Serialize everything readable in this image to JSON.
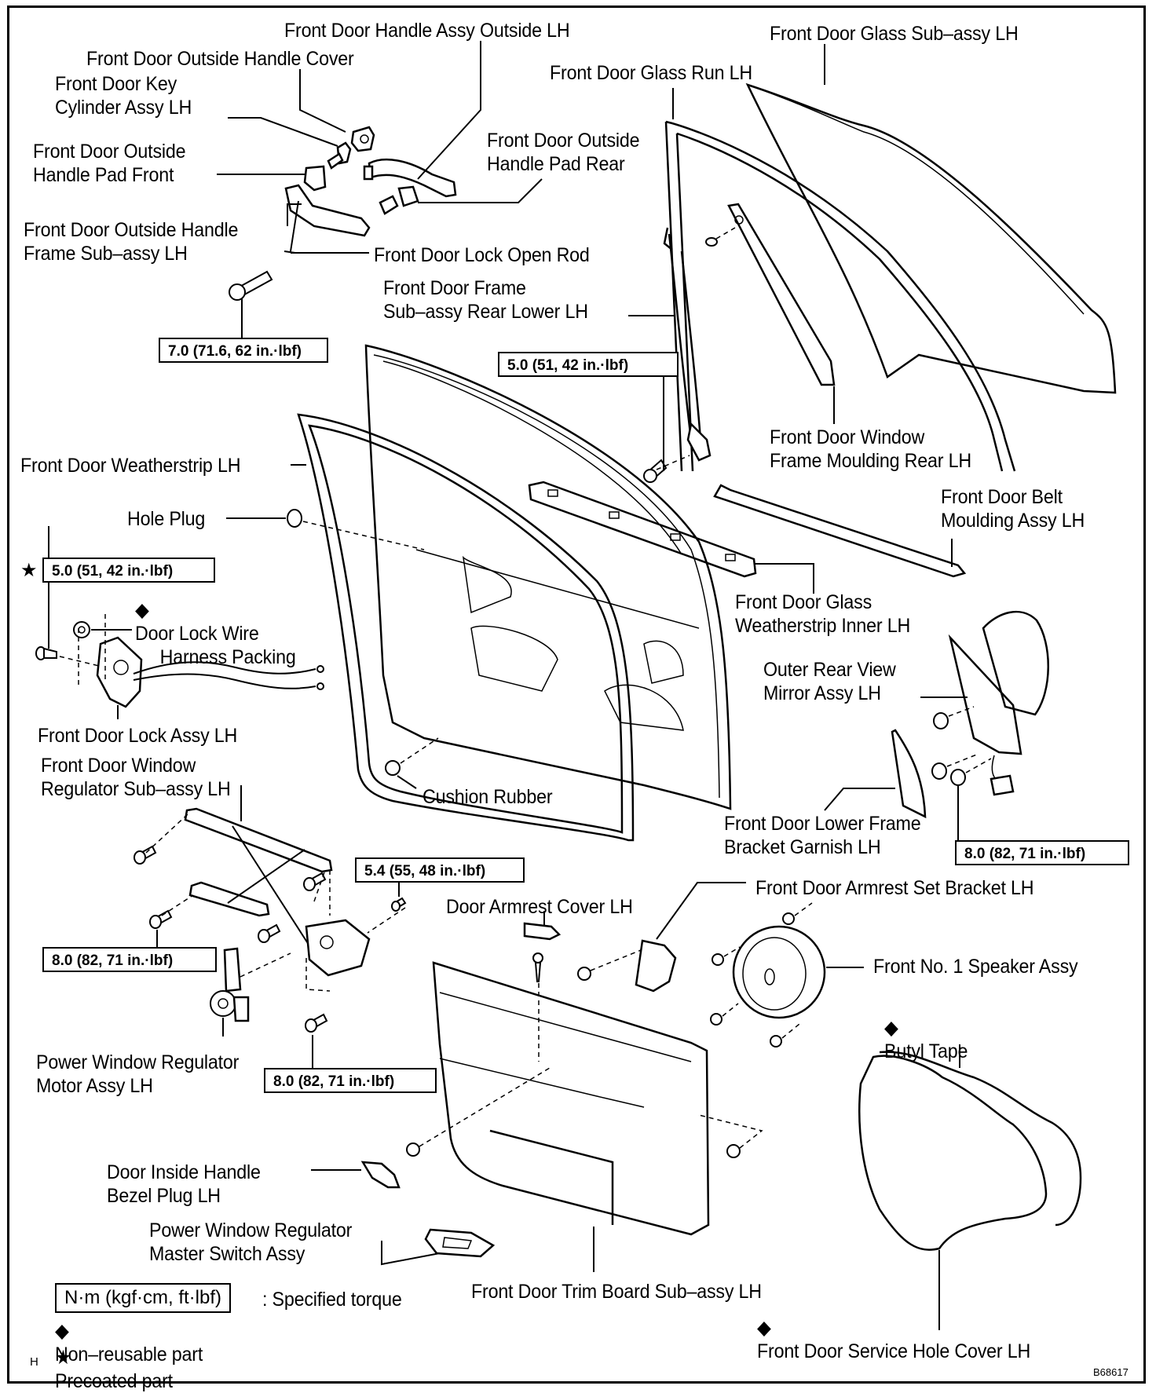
{
  "diagram": {
    "drawing_code": "B68617",
    "corner_mark": "H",
    "parts": {
      "handle_assy_outside": "Front Door Handle Assy Outside LH",
      "outside_handle_cover": "Front Door Outside Handle Cover",
      "key_cylinder": [
        "Front Door Key",
        "Cylinder Assy LH"
      ],
      "handle_pad_front": [
        "Front Door Outside",
        "Handle Pad Front"
      ],
      "handle_pad_rear": [
        "Front Door Outside",
        "Handle Pad Rear"
      ],
      "handle_frame": [
        "Front Door Outside Handle",
        "Frame Sub–assy LH"
      ],
      "lock_open_rod": "Front Door Lock Open Rod",
      "frame_rear_lower": [
        "Front Door Frame",
        "Sub–assy Rear Lower LH"
      ],
      "glass_run": "Front Door Glass Run LH",
      "glass": "Front Door Glass Sub–assy LH",
      "window_frame_moulding": [
        "Front Door Window",
        "Frame Moulding Rear LH"
      ],
      "belt_moulding": [
        "Front Door Belt",
        "Moulding Assy LH"
      ],
      "glass_weatherstrip_inner": [
        "Front Door Glass",
        "Weatherstrip Inner LH"
      ],
      "weatherstrip": "Front Door Weatherstrip LH",
      "hole_plug": "Hole Plug",
      "wire_harness_packing": [
        "Door Lock Wire",
        "Harness Packing"
      ],
      "lock_assy": "Front Door Lock Assy LH",
      "window_regulator": [
        "Front Door Window",
        "Regulator Sub–assy LH"
      ],
      "cushion_rubber": "Cushion Rubber",
      "mirror": [
        "Outer Rear View",
        "Mirror Assy LH"
      ],
      "lower_frame_garnish": [
        "Front Door Lower Frame",
        "Bracket Garnish LH"
      ],
      "armrest_cover": "Door Armrest Cover LH",
      "armrest_bracket": "Front Door Armrest Set Bracket LH",
      "speaker": "Front No. 1 Speaker Assy",
      "butyl_tape": "Butyl Tape",
      "regulator_motor": [
        "Power Window Regulator",
        "Motor Assy LH"
      ],
      "inside_handle_bezel": [
        "Door Inside Handle",
        "Bezel Plug LH"
      ],
      "master_switch": [
        "Power Window Regulator",
        "Master Switch Assy"
      ],
      "trim_board": "Front Door Trim Board Sub–assy LH",
      "service_hole_cover": "Front Door Service Hole Cover LH"
    },
    "torques": {
      "handle_screw": "7.0 (71.6, 62 in.·lbf)",
      "frame_rear_lower_bolt": "5.0 (51, 42 in.·lbf)",
      "lock_screw": "5.0 (51, 42 in.·lbf)",
      "regulator_nut": "5.4 (55, 48 in.·lbf)",
      "regulator_bolt": "8.0 (82, 71 in.·lbf)",
      "motor_bolt": "8.0 (82, 71 in.·lbf)",
      "mirror_nut": "8.0 (82, 71 in.·lbf)"
    },
    "marks": {
      "diamond": "◆",
      "star": "★"
    },
    "legend": {
      "torque_unit": "N·m (kgf·cm, ft·lbf)",
      "torque_desc": ": Specified torque",
      "non_reusable": "Non–reusable part",
      "precoated": "Precoated part"
    }
  }
}
